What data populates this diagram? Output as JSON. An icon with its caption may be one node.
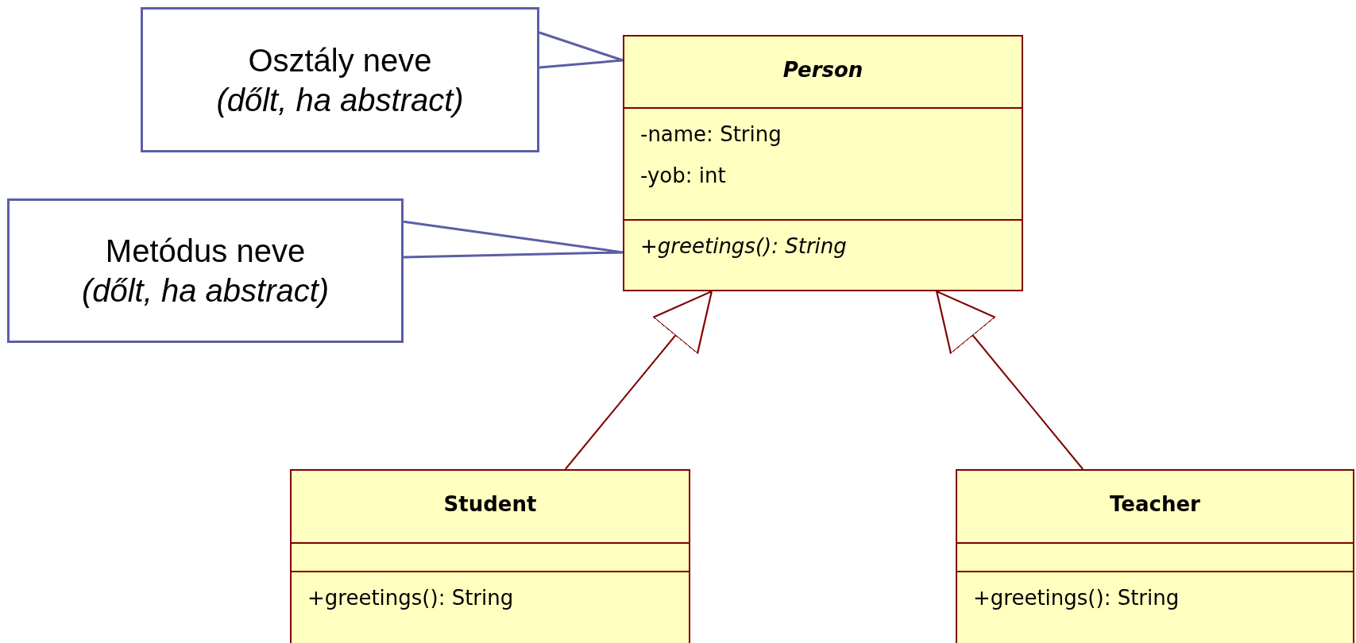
{
  "diagram": {
    "nodes": [
      {
        "text": [
          "Person",
          "-name: String",
          "-yob: int",
          "+greetings(): String"
        ]
      },
      {
        "text": [
          "Student",
          "+greetings(): String"
        ]
      },
      {
        "text": [
          "Teacher",
          "+greetings(): String"
        ]
      },
      {
        "text": [
          "Osztály neve",
          "(dőlt, ha abstract)"
        ]
      },
      {
        "text": [
          "Metódus neve",
          "(dőlt, ha abstract)"
        ]
      }
    ],
    "edges": [
      {
        "from": 1,
        "to": 0,
        "arrow": "to"
      },
      {
        "from": 2,
        "to": 0,
        "arrow": "to"
      },
      {
        "from": 3,
        "to": 0,
        "arrow": "none",
        "color": "#5b5ea6"
      },
      {
        "from": 4,
        "to": 0,
        "arrow": "none",
        "color": "#5b5ea6"
      }
    ]
  }
}
